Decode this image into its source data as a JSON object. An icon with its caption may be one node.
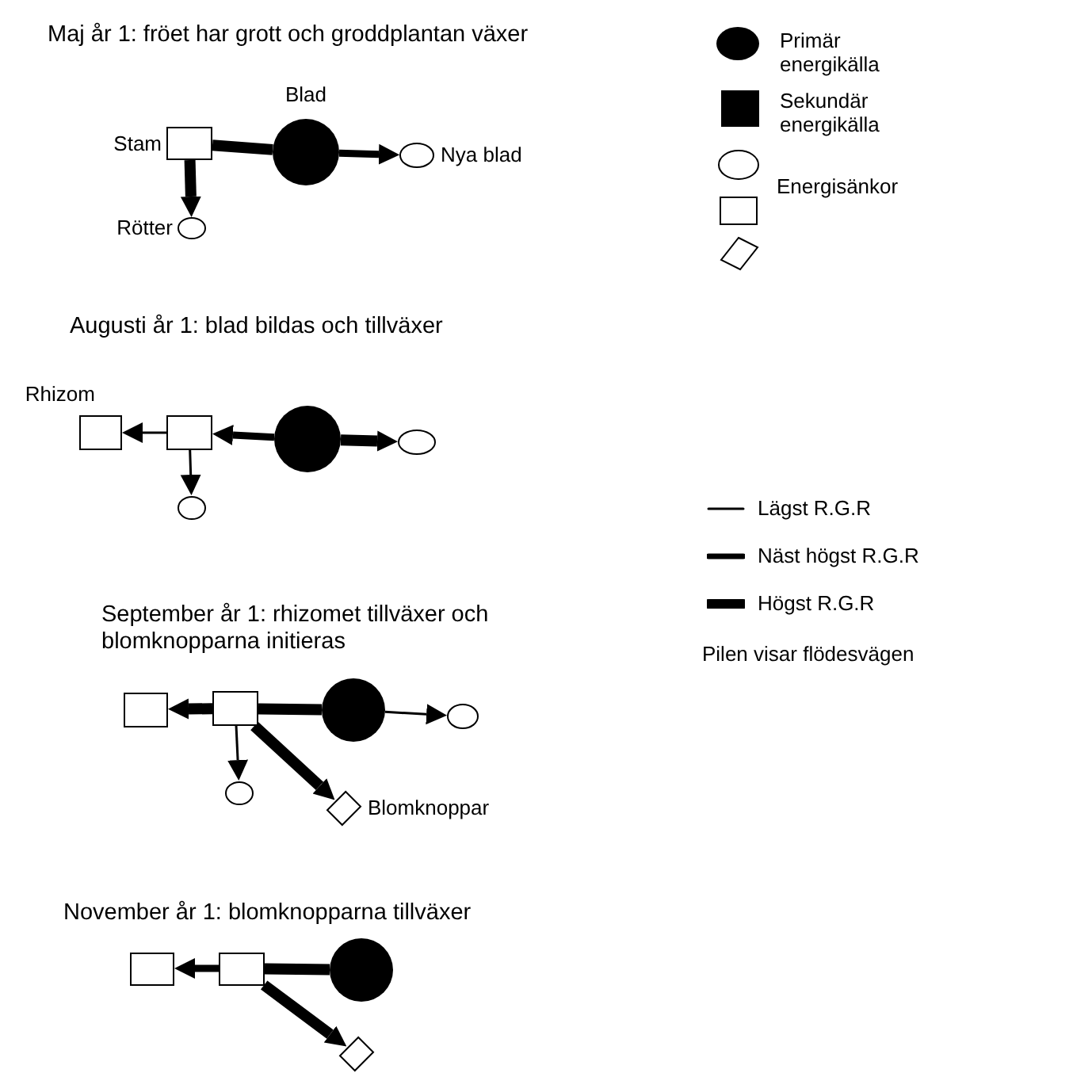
{
  "diagram": {
    "nodes": [
      {
        "text": [
          "Stam"
        ]
      },
      {
        "text": [
          "Blad"
        ]
      },
      {
        "text": [
          "Nya blad"
        ]
      },
      {
        "text": [
          "Rötter"
        ]
      },
      {
        "text": [
          "Rhizom"
        ]
      },
      {
        "text": [],
        "shape": "box"
      },
      {
        "text": [],
        "shape": "circle"
      },
      {
        "text": [],
        "shape": "ellipse"
      },
      {
        "text": [],
        "shape": "ellipse"
      },
      {
        "text": [],
        "shape": "box"
      },
      {
        "text": [],
        "shape": "box"
      },
      {
        "text": [],
        "shape": "circle"
      },
      {
        "text": [],
        "shape": "ellipse"
      },
      {
        "text": [],
        "shape": "ellipse"
      },
      {
        "text": [
          "Blomknoppar"
        ]
      },
      {
        "text": [],
        "shape": "box"
      },
      {
        "text": [],
        "shape": "box"
      },
      {
        "text": [],
        "shape": "circle"
      },
      {
        "text": [],
        "shape": "diamond"
      }
    ],
    "edges": [
      {
        "from": 0,
        "to": 1,
        "arrow": "none"
      },
      {
        "from": 1,
        "to": 2,
        "arrow": "to"
      },
      {
        "from": 0,
        "to": 3,
        "arrow": "to"
      },
      {
        "from": 5,
        "to": 4,
        "arrow": "to"
      },
      {
        "from": 6,
        "to": 5,
        "arrow": "to"
      },
      {
        "from": 6,
        "to": 7,
        "arrow": "to"
      },
      {
        "from": 5,
        "to": 8,
        "arrow": "to"
      },
      {
        "from": 10,
        "to": 9,
        "arrow": "to"
      },
      {
        "from": 10,
        "to": 11,
        "arrow": "none"
      },
      {
        "from": 11,
        "to": 12,
        "arrow": "to"
      },
      {
        "from": 10,
        "to": 13,
        "arrow": "to"
      },
      {
        "from": 10,
        "to": 14,
        "arrow": "to"
      },
      {
        "from": 16,
        "to": 15,
        "arrow": "to"
      },
      {
        "from": 16,
        "to": 17,
        "arrow": "none"
      },
      {
        "from": 16,
        "to": 18,
        "arrow": "to"
      }
    ],
    "labels": [
      "Maj år 1: fröet har grott och groddplantan växer",
      "Augusti år 1: blad bildas och tillväxer",
      "September år 1: rhizomet tillväxer och blomknopparna initieras",
      "November år 1: blomknopparna tillväxer",
      "Pilen visar flödesvägen"
    ],
    "legend": [
      {
        "text": "Primär energikälla"
      },
      {
        "text": "Sekundär energikälla"
      },
      {
        "text": "Energisänkor"
      },
      {
        "text": "Lägst R.G.R"
      },
      {
        "text": "Näst högst R.G.R"
      },
      {
        "text": "Högst R.G.R"
      }
    ]
  }
}
